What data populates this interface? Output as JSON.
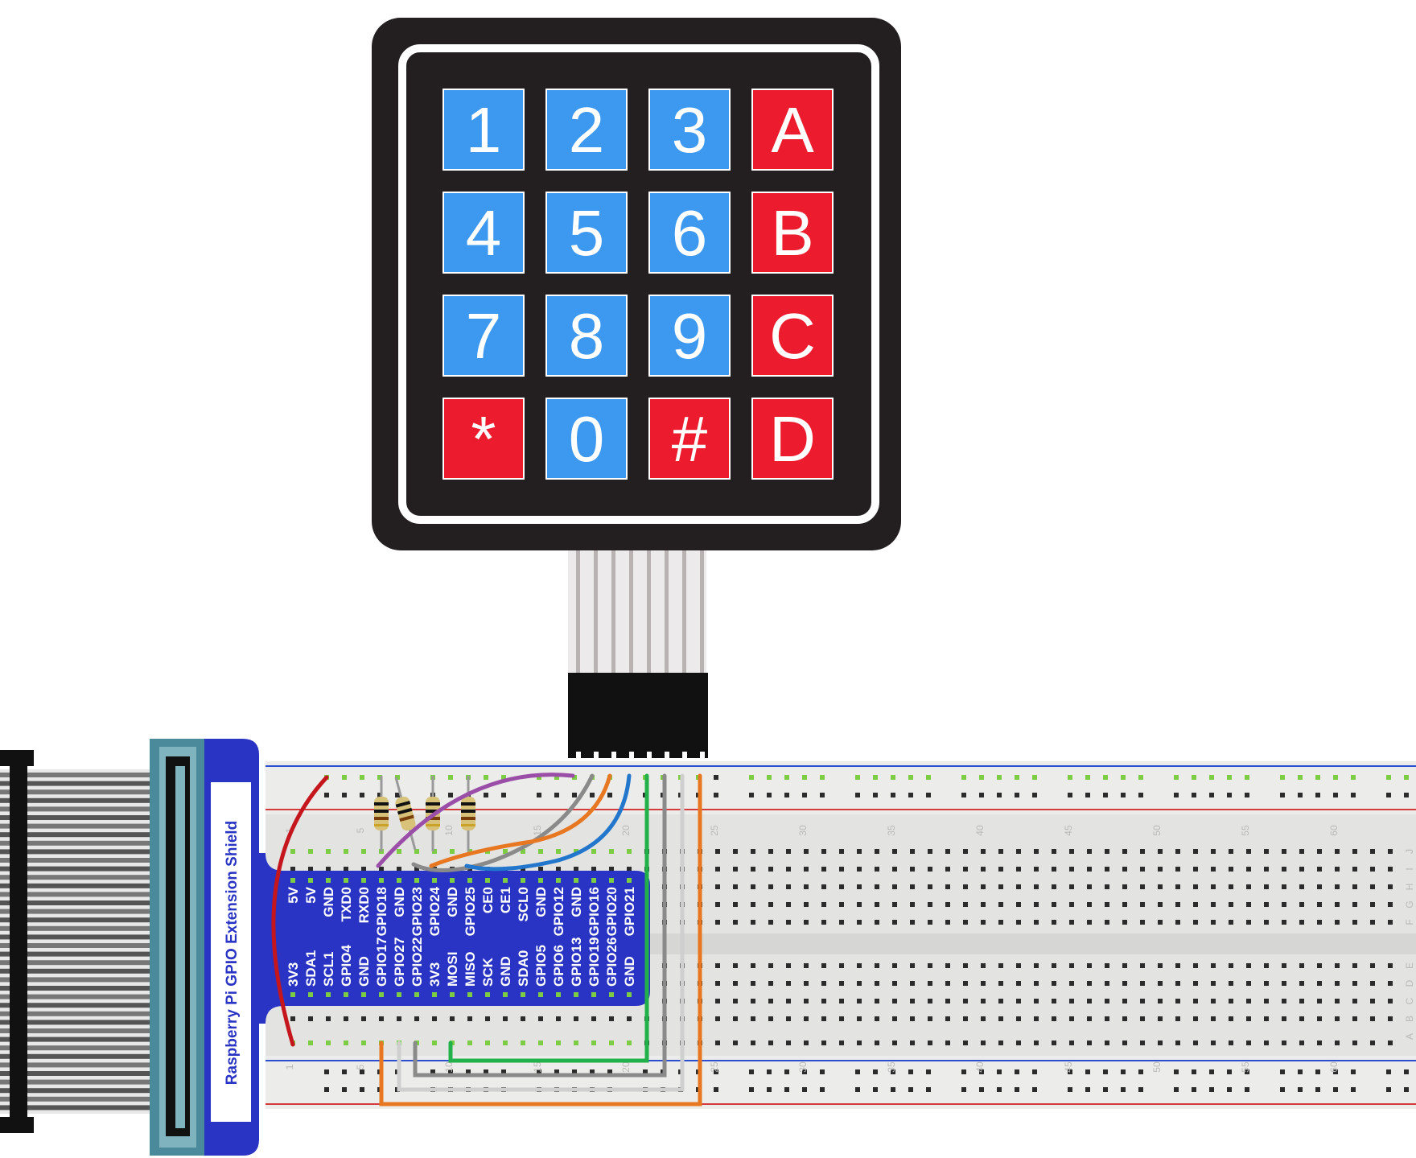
{
  "keypad": {
    "rows": [
      [
        {
          "label": "1",
          "color": "blue"
        },
        {
          "label": "2",
          "color": "blue"
        },
        {
          "label": "3",
          "color": "blue"
        },
        {
          "label": "A",
          "color": "red"
        }
      ],
      [
        {
          "label": "4",
          "color": "blue"
        },
        {
          "label": "5",
          "color": "blue"
        },
        {
          "label": "6",
          "color": "blue"
        },
        {
          "label": "B",
          "color": "red"
        }
      ],
      [
        {
          "label": "7",
          "color": "blue"
        },
        {
          "label": "8",
          "color": "blue"
        },
        {
          "label": "9",
          "color": "blue"
        },
        {
          "label": "C",
          "color": "red"
        }
      ],
      [
        {
          "label": "*",
          "color": "red"
        },
        {
          "label": "0",
          "color": "blue"
        },
        {
          "label": "#",
          "color": "red"
        },
        {
          "label": "D",
          "color": "red"
        }
      ]
    ]
  },
  "shield": {
    "title": "Raspberry Pi GPIO Extension Shield",
    "top_pins": [
      "5V",
      "5V",
      "GND",
      "TXD0",
      "RXD0",
      "GPIO18",
      "GND",
      "GPIO23",
      "GPIO24",
      "GND",
      "GPIO25",
      "CE0",
      "CE1",
      "SCL0",
      "GND",
      "GPIO12",
      "GND",
      "GPIO16",
      "GPIO20",
      "GPIO21"
    ],
    "bottom_pins": [
      "3V3",
      "SDA1",
      "SCL1",
      "GPIO4",
      "GND",
      "GPIO17",
      "GPIO27",
      "GPIO22",
      "3V3",
      "MOSI",
      "MISO",
      "SCK",
      "GND",
      "SDA0",
      "GPIO5",
      "GPIO6",
      "GPIO13",
      "GPIO19",
      "GPIO26",
      "GND"
    ]
  },
  "breadboard": {
    "column_numbers": [
      "1",
      "5",
      "10",
      "15",
      "20",
      "25",
      "30",
      "35",
      "40",
      "45",
      "50",
      "55",
      "60"
    ],
    "row_letters_top": [
      "J",
      "I",
      "H",
      "G",
      "F"
    ],
    "row_letters_bottom": [
      "E",
      "D",
      "C",
      "B",
      "A"
    ]
  },
  "colors": {
    "key_blue": "#3d98f0",
    "key_red": "#ec1c2e",
    "keypad_body": "#231f20",
    "shield_blue": "#2a34c4",
    "breadboard": "#e3e3e1",
    "wire_red": "#c4161c",
    "wire_purple": "#9b4ea7",
    "wire_gray": "#8a8a8a",
    "wire_orange": "#e87722",
    "wire_blue": "#2277cc",
    "wire_green": "#22b04a",
    "wire_white": "#f2f2f2"
  }
}
